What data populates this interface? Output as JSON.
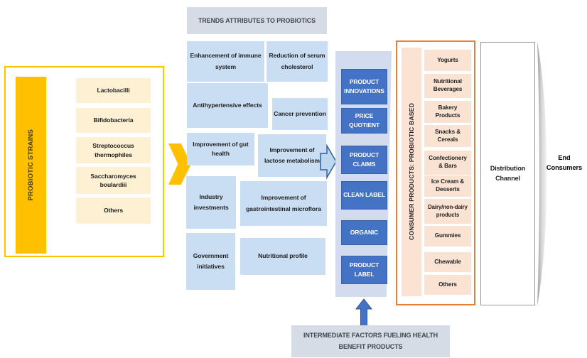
{
  "left_panel": {
    "title": "PROBIOTIC STRAINS",
    "items": [
      "Lactobacilli",
      "Bifidobacteria",
      "Streptococcus thermophiles",
      "Saccharomyces boulardiii",
      "Others"
    ]
  },
  "trends": {
    "header": "TRENDS ATTRIBUTES TO PROBIOTICS",
    "items": [
      "Enhancement of immune system",
      "Reduction of serum cholesterol",
      "Antihypertensive effects",
      "Cancer prevention",
      "Improvement of gut health",
      "Improvement of lactose metabolism",
      "Industry investments",
      "Improvement of gastrointestinal microflora",
      "Government initiatives",
      "Nutritional profile"
    ]
  },
  "purchase_factors": {
    "items": [
      "PRODUCT INNOVATIONS",
      "PRICE QUOTIENT",
      "PRODUCT CLAIMS",
      "CLEAN LABEL",
      "ORGANIC",
      "PRODUCT LABEL"
    ]
  },
  "consumer_products": {
    "title": "CONSUMER PRODUCTS: PROBIOTIC BASED",
    "items": [
      "Yogurts",
      "Nutritional Beverages",
      "Bakery Products",
      "Snacks & Cereals",
      "Confectionery & Bars",
      "Ice Cream & Desserts",
      "Dairy/non-dairy products",
      "Gummies",
      "Chewable",
      "Others"
    ]
  },
  "distribution": {
    "label": "Distribution Channel"
  },
  "end_consumers": {
    "label": "End Consumers"
  },
  "intermediate_note": {
    "label": "INTERMEDIATE FACTORS FUELING HEALTH BENEFIT PRODUCTS"
  },
  "colors": {
    "strain_bar": "#FFC000",
    "strain_item_bg": "#FDF0D3",
    "trend_box_bg": "#C9DEF3",
    "header_bg": "#D6DCE5",
    "factor_box_bg": "#4472C4",
    "factor_strip_bg": "#D3DCEF",
    "consumer_border": "#ED7D31",
    "consumer_item_bg": "#FAE3D2",
    "arrow_yellow": "#FFC000",
    "arrow_blue": "#4472C4"
  }
}
